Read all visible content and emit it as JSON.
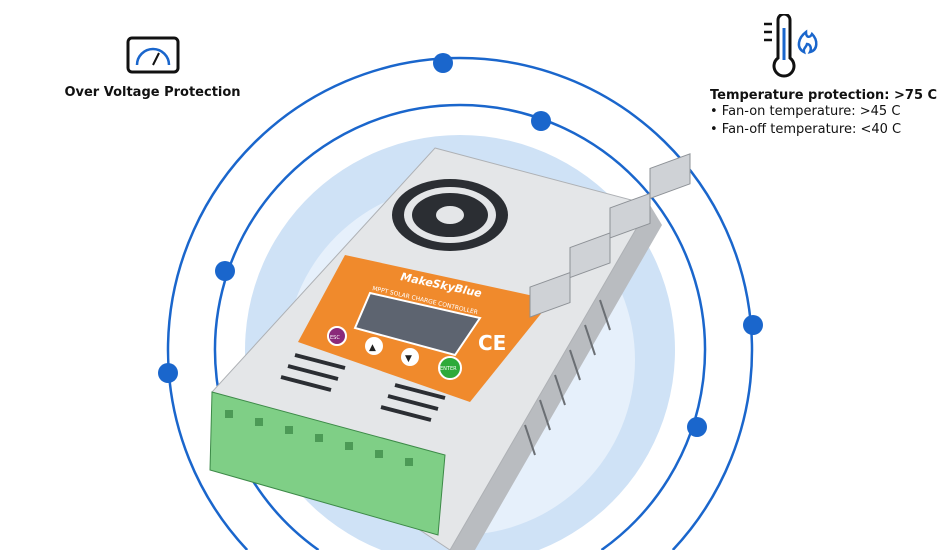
{
  "features": {
    "over_voltage": {
      "label": "Over Voltage Protection",
      "icon": "voltmeter-icon"
    },
    "temperature": {
      "title": "Temperature protection: >75 C",
      "items": [
        "• Fan-on temperature: >45 C",
        "• Fan-off temperature: <40 C"
      ],
      "icon": "thermometer-flame-icon"
    }
  },
  "product": {
    "brand": "MakeSkyBlue",
    "subtitle": "MPPT SOLAR CHARGE CONTROLLER",
    "cert": "CE",
    "buttons": [
      "ESC",
      "▲",
      "▼",
      "ENTER"
    ]
  },
  "colors": {
    "accent": "#1a66cc",
    "ring_fill": "#c9def4",
    "panel": "#f08a2c",
    "terminal": "#7fcf86"
  }
}
